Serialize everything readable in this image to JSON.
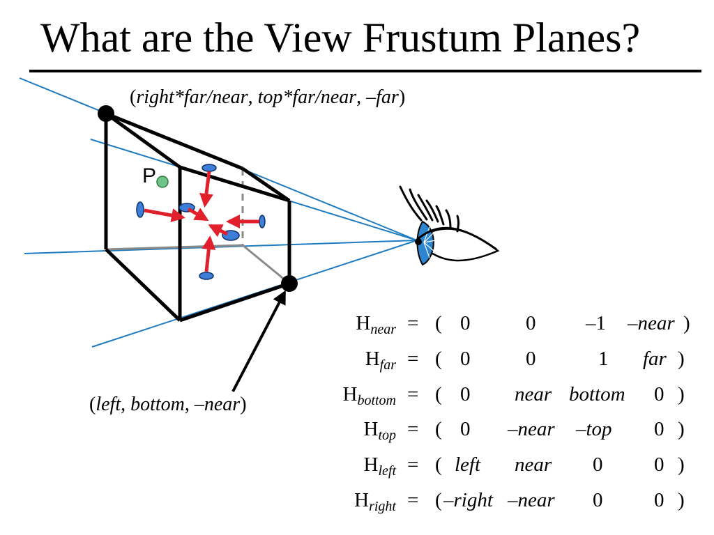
{
  "title": "What are the View Frustum Planes?",
  "point_label": "P",
  "corner_labels": {
    "top": {
      "open": "(",
      "a": "right*far/near",
      "s1": ", ",
      "b": "top*far/near",
      "s2": ", ",
      "c": "–far",
      "close": ")"
    },
    "bottom": {
      "open": "(",
      "a": "left",
      "s1": ", ",
      "b": "bottom",
      "s2": ", ",
      "c": "–near",
      "close": ")"
    }
  },
  "equations": [
    {
      "H": "H",
      "sub": "near",
      "eq": "=",
      "open": "(",
      "c1": "0",
      "c2": "0",
      "c3": "–1",
      "c4": "–near",
      "close": ")"
    },
    {
      "H": "H",
      "sub": "far",
      "eq": "=",
      "open": "(",
      "c1": "0",
      "c2": "0",
      "c3": "1",
      "c4": "far",
      "close": ")"
    },
    {
      "H": "H",
      "sub": "bottom",
      "eq": "=",
      "open": "(",
      "c1": "0",
      "c2": "near",
      "c3": "bottom",
      "c4": "0",
      "close": ")"
    },
    {
      "H": "H",
      "sub": "top",
      "eq": "=",
      "open": "(",
      "c1": "0",
      "c2": "–near",
      "c3": "–top",
      "c4": "0",
      "close": ")"
    },
    {
      "H": "H",
      "sub": "left",
      "eq": "=",
      "open": "(",
      "c1": "left",
      "c2": "near",
      "c3": "0",
      "c4": "0",
      "close": ")"
    },
    {
      "H": "H",
      "sub": "right",
      "eq": "=",
      "open": "(",
      "c1": "–right",
      "c2": "–near",
      "c3": "0",
      "c4": "0",
      "close": ")"
    }
  ],
  "colors": {
    "ray": "#1f7bc0",
    "arrow": "#e0202a",
    "disc": "#3d7fd8",
    "point": "#6fc28a",
    "eye": "#2f86d0"
  }
}
